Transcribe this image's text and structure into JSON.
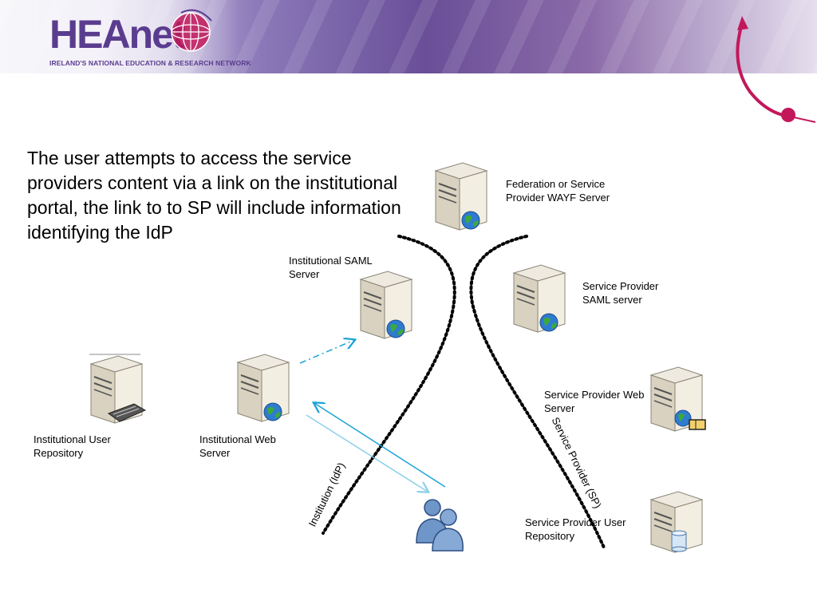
{
  "header": {
    "logo_text": "HEAnet",
    "logo_subtitle": "IRELAND'S NATIONAL EDUCATION & RESEARCH NETWORK"
  },
  "intro_text": "The user attempts to access the service providers content via a link on the institutional portal, the link to to SP will include information identifying the IdP",
  "labels": {
    "wayf": "Federation or Service Provider WAYF Server",
    "idp_saml": "Institutional SAML Server",
    "sp_saml": "Service Provider SAML server",
    "sp_web": "Service Provider Web Server",
    "inst_user_repo": "Institutional User Repository",
    "inst_web": "Institutional Web Server",
    "sp_user_repo": "Service Provider User Repository",
    "boundary_idp": "Institution (IdP)",
    "boundary_sp": "Service Provider (SP)"
  },
  "colors": {
    "brand_purple": "#5a3c8f",
    "accent_red": "#c2185b",
    "arrow_blue": "#1aa3d6",
    "arrow_light_blue": "#8ed0ea"
  },
  "icons": [
    "server-icon",
    "globe-icon",
    "keyboard-icon",
    "folder-icon",
    "database-icon",
    "users-icon"
  ]
}
